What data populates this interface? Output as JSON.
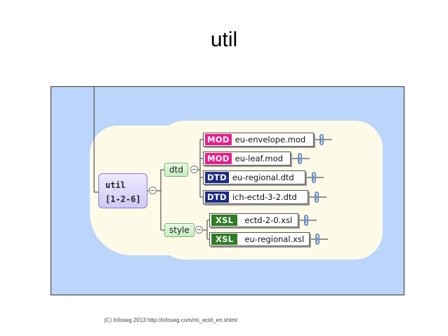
{
  "slide": {
    "title": "util",
    "footer": "(C) Infoseg 2013   http://infoseg.com/mi_ectd_en.shtml"
  },
  "diagram": {
    "root": {
      "name": "util",
      "cardinality": "[1-2-6]"
    },
    "groups": [
      {
        "label": "dtd",
        "children": [
          {
            "type": "MOD",
            "name": "eu-envelope.mod"
          },
          {
            "type": "MOD",
            "name": "eu-leaf.mod"
          },
          {
            "type": "DTD",
            "name": "eu-regional.dtd"
          },
          {
            "type": "DTD",
            "name": "ich-ectd-3-2.dtd"
          }
        ]
      },
      {
        "label": "style",
        "children": [
          {
            "type": "XSL",
            "name": "ectd-2-0.xsl"
          },
          {
            "type": "XSL",
            "name": "eu-regional.xsl"
          }
        ]
      }
    ],
    "colors": {
      "background": "#bcd6fb",
      "highlight": "#fdfbe8",
      "mod_badge": "#e81c8b",
      "dtd_badge": "#1e2c86",
      "xsl_badge": "#2e7d23"
    }
  }
}
